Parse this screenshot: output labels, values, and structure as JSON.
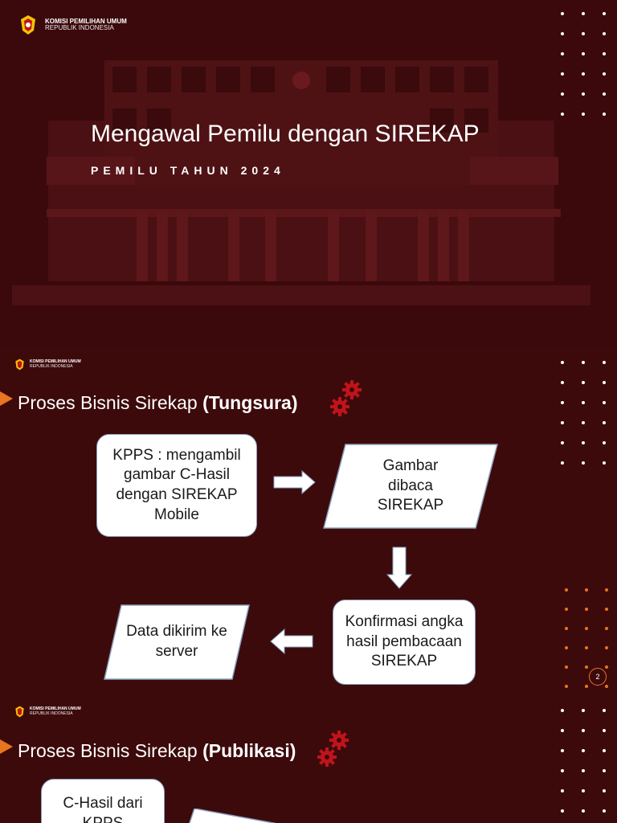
{
  "logo": {
    "line1": "KOMISI PEMILIHAN UMUM",
    "line2": "REPUBLIK INDONESIA"
  },
  "slide1": {
    "title": "Mengawal Pemilu dengan SIREKAP",
    "subtitle": "PEMILU TAHUN 2024"
  },
  "slide2": {
    "heading_prefix": "Proses Bisnis Sirekap ",
    "heading_bold": "(Tungsura)",
    "box_kpps": "KPPS : mengambil gambar C-Hasil dengan SIREKAP Mobile",
    "para_gambar": "Gambar dibaca SIREKAP",
    "box_konfirmasi": "Konfirmasi angka hasil pembacaan SIREKAP",
    "para_data": "Data dikirim ke server",
    "page_number": "2"
  },
  "slide3": {
    "heading_prefix": "Proses Bisnis Sirekap ",
    "heading_bold": "(Publikasi)",
    "box_chasil": "C-Hasil dari KPPS"
  },
  "colors": {
    "background": "#3d0a0c",
    "accent": "#e8751f",
    "gear": "#c0141a",
    "box_border": "#8aa3c0"
  },
  "icons": [
    "kpu-emblem-icon",
    "gears-icon",
    "arrow-right-icon",
    "arrow-down-icon",
    "arrow-left-icon",
    "triangle-marker-icon"
  ]
}
